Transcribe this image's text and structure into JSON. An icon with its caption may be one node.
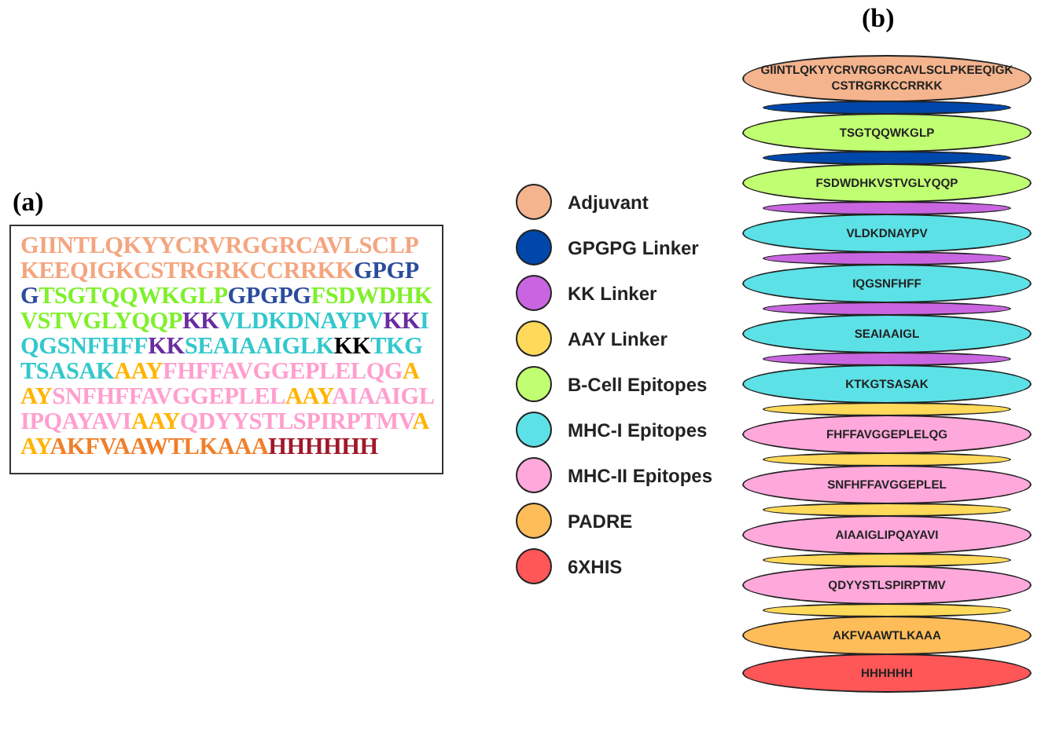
{
  "diagram": {
    "nodes": [
      {
        "text": [
          "GIINTLQKYYCRVRGGRCAVLSCLPKEEQIGK CSTRGRKCCRRKK"
        ]
      },
      {
        "text": [],
        "shape": "oval"
      },
      {
        "text": [
          "TSGTQQWKGLP"
        ]
      },
      {
        "text": [],
        "shape": "oval"
      },
      {
        "text": [
          "FSDWDHKVSTVGLYQQP"
        ]
      },
      {
        "text": [],
        "shape": "oval"
      },
      {
        "text": [
          "VLDKDNAYPV"
        ]
      },
      {
        "text": [],
        "shape": "oval"
      },
      {
        "text": [
          "IQGSNFHFF"
        ]
      },
      {
        "text": [],
        "shape": "oval"
      },
      {
        "text": [
          "SEAIAAIGL"
        ]
      },
      {
        "text": [],
        "shape": "oval"
      },
      {
        "text": [
          "KTKGTSASAK"
        ]
      },
      {
        "text": [],
        "shape": "oval"
      },
      {
        "text": [
          "FHFFAVGGEPLELQG"
        ]
      },
      {
        "text": [],
        "shape": "oval"
      },
      {
        "text": [
          "SNFHFFAVGGEPLEL"
        ]
      },
      {
        "text": [],
        "shape": "oval"
      },
      {
        "text": [
          "AIAAIGLIPQAYAVI"
        ]
      },
      {
        "text": [],
        "shape": "oval"
      },
      {
        "text": [
          "QDYYSTLSPIRPTMV"
        ]
      },
      {
        "text": [],
        "shape": "oval"
      },
      {
        "text": [
          "AKFVAAWTLKAAA"
        ]
      },
      {
        "text": [
          "HHHHHH"
        ]
      }
    ],
    "edges": [],
    "labels": [
      "(a)",
      "GIINTLQKYYCRVRGGRCAVLSCLPKEEQIGKCSTRGRKCCRRKK",
      "GPGPG",
      "TSGTQQWKGLP",
      "GPGPG",
      "FSDWDHKVSTVGLYQQP",
      "KK",
      "VLDKDNAYPV",
      "KK",
      "IQGSNFHFF",
      "KK",
      "SEAIAAIGLK",
      "KK",
      "TKGTSASAK",
      "AAY",
      "FHFFAVGGEPLELQG",
      "AAY",
      "SNFHFFAVGGEPLEL",
      "AAY",
      "AIAAIGLIPQAYAVI",
      "AAY",
      "QDYYSTLSPIRPTMV",
      "AAY",
      "AKFVAAWTLKA",
      "AA",
      "HHHHHH",
      "(b)"
    ],
    "legend": [
      {
        "text": "Adjuvant",
        "color": "#f4b48e"
      },
      {
        "text": "GPGPG Linker",
        "color": "#0047ab"
      },
      {
        "text": "KK Linker",
        "color": "#c965e0"
      },
      {
        "text": "AAY Linker",
        "color": "#ffd95a"
      },
      {
        "text": "B-Cell Epitopes",
        "color": "#c1ff72"
      },
      {
        "text": "MHC-I Epitopes",
        "color": "#5ce1e6"
      },
      {
        "text": "MHC-II Epitopes",
        "color": "#ffa8dc"
      },
      {
        "text": "PADRE",
        "color": "#ffbd59"
      },
      {
        "text": "6XHIS",
        "color": "#ff5757"
      }
    ]
  }
}
